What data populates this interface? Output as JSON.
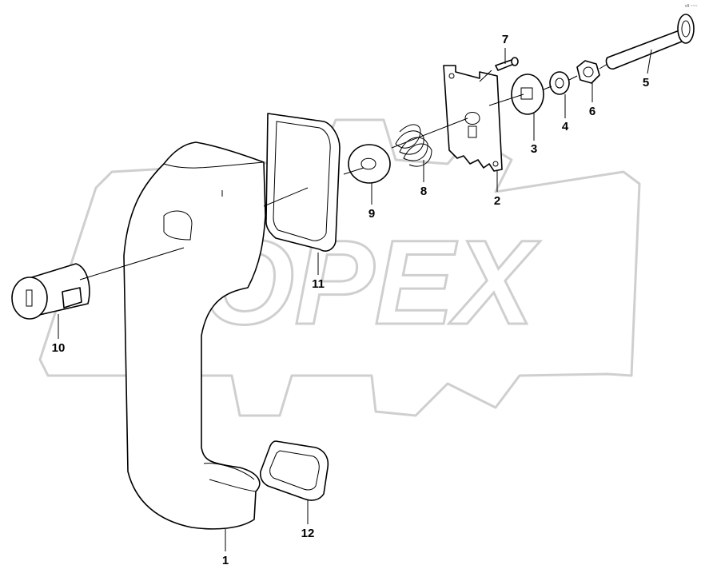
{
  "diagram": {
    "corner_mark": "v9 ~~~",
    "watermark_text": "OPEX",
    "parts": [
      {
        "id": "1",
        "name": "handle"
      },
      {
        "id": "2",
        "name": "mounting-plate"
      },
      {
        "id": "3",
        "name": "square-hole-washer"
      },
      {
        "id": "4",
        "name": "washer"
      },
      {
        "id": "5",
        "name": "shaft"
      },
      {
        "id": "6",
        "name": "nut"
      },
      {
        "id": "7",
        "name": "screw"
      },
      {
        "id": "8",
        "name": "spring"
      },
      {
        "id": "9",
        "name": "keyed-washer"
      },
      {
        "id": "10",
        "name": "lock-cylinder"
      },
      {
        "id": "11",
        "name": "large-gasket"
      },
      {
        "id": "12",
        "name": "small-gasket"
      }
    ]
  }
}
